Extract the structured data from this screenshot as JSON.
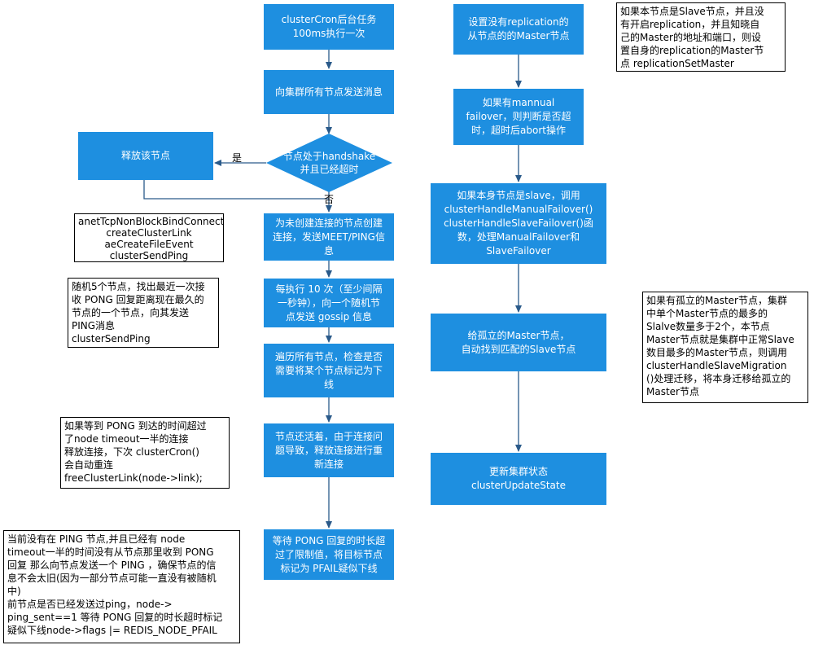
{
  "left_flow": {
    "box1": "clusterCron后台任务\n100ms执行一次",
    "box2": "向集群所有节点发送消息",
    "decision": "节点处于handshake\n并且已经超时",
    "release_box": "释放该节点",
    "yes_label": "是",
    "no_label": "否",
    "box3": "为未创建连接的节点创建\n连接，发送MEET/PING信\n息",
    "box4": "每执行 10 次（至少间隔\n一秒钟），向一个随机节\n点发送 gossip 信息",
    "box5": "遍历所有节点，检查是否\n需要将某个节点标记为下\n线",
    "box6": "节点还活着，由于连接问\n题导致，释放连接进行重\n新连接",
    "box7": "等待 PONG 回复的时长超\n过了限制值，将目标节点\n标记为 PFAIL疑似下线"
  },
  "right_flow": {
    "box1": "设置没有replication的\n从节点的的Master节点",
    "box2": "如果有mannual\nfailover，则判断是否超\n时，超时后abort操作",
    "box3": "如果本身节点是slave，调用\nclusterHandleManualFailover()\nclusterHandleSlaveFailover()函\n数，处理ManualFailover和\nSlaveFailover",
    "box4": "给孤立的Master节点，\n自动找到匹配的Slave节点",
    "box5": "更新集群状态\nclusterUpdateState"
  },
  "notes": {
    "connect_funcs": "anetTcpNonBlockBindConnect\ncreateClusterLink\naeCreateFileEvent\nclusterSendPing",
    "random_ping": "随机5个节点，找出最近一次接\n收 PONG 回复距离现在最久的\n节点的一个节点，向其发送\nPING消息\nclusterSendPing",
    "pong_timeout": "如果等到 PONG 到达的时间超过\n了node timeout一半的连接\n释放连接，下次 clusterCron()\n会自动重连\nfreeClusterLink(node->link);",
    "pfail": "当前没有在 PING 节点,并且已经有 node\ntimeout一半的时间没有从节点那里收到 PONG\n回复 那么向节点发送一个 PING ，确保节点的信\n息不会太旧(因为一部分节点可能一直没有被随机\n中)\n前节点是否已经发送过ping，node->\nping_sent==1 等待 PONG 回复的时长超时标记\n疑似下线node->flags |= REDIS_NODE_PFAIL",
    "replication": "如果本节点是Slave节点，并且没\n有开启replication，并且知晓自\n己的Master的地址和端口，则设\n置自身的replication的Master节\n点  replicationSetMaster",
    "migration": "如果有孤立的Master节点，集群\n中单个Master节点的最多的\nSlalve数量多于2个，本节点\nMaster节点就是集群中正常Slave\n数目最多的Master节点，则调用\nclusterHandleSlaveMigration\n()处理迁移，将本身迁移给孤立的\nMaster节点"
  },
  "colors": {
    "box_fill": "#1e8fe0",
    "line": "#2a5a8a"
  }
}
